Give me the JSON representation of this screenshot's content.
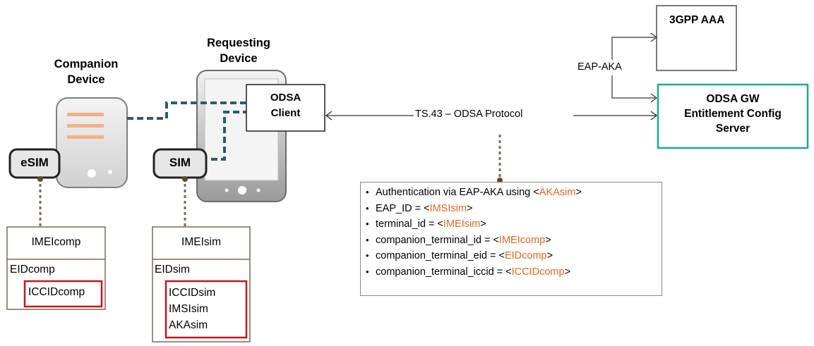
{
  "devices": {
    "companion_title_line1": "Companion",
    "companion_title_line2": "Device",
    "requesting_title_line1": "Requesting",
    "requesting_title_line2": "Device",
    "esim_label": "eSIM",
    "sim_label": "SIM"
  },
  "client": {
    "line1": "ODSA",
    "line2": "Client"
  },
  "aaa": {
    "label": "3GPP AAA"
  },
  "eap_aka_label": "EAP-AKA",
  "gateway": {
    "line1": "ODSA GW",
    "line2": "Entitlement Config",
    "line3": "Server"
  },
  "protocol_label": "TS.43 – ODSA Protocol",
  "companion_ids": {
    "header": "IMEIcomp",
    "eid": "EIDcomp",
    "iccid": "ICCIDcomp"
  },
  "sim_ids": {
    "header": "IMEIsim",
    "eid": "EIDsim",
    "iccid": "ICCIDsim",
    "imsi": "IMSIsim",
    "aka": "AKAsim"
  },
  "bullets": [
    {
      "prefix": "Authentication via EAP-AKA using <",
      "value": "AKAsim",
      "suffix": ">"
    },
    {
      "prefix": "EAP_ID = <",
      "value": "IMSIsim",
      "suffix": ">"
    },
    {
      "prefix": "terminal_id = <",
      "value": "IMEIsim",
      "suffix": ">"
    },
    {
      "prefix": "companion_terminal_id = <",
      "value": "IMEIcomp",
      "suffix": ">"
    },
    {
      "prefix": "companion_terminal_eid = <",
      "value": "EIDcomp",
      "suffix": ">"
    },
    {
      "prefix": "companion_terminal_iccid = <",
      "value": "ICCIDcomp",
      "suffix": ">"
    }
  ],
  "colors": {
    "highlight": "#e8661b",
    "dashed_link": "#2e5b6e",
    "gateway_border": "#1aab8a",
    "id_border": "#c8141e",
    "device_body": "#d9d9d9",
    "screen_stripes": "#f5b183"
  }
}
